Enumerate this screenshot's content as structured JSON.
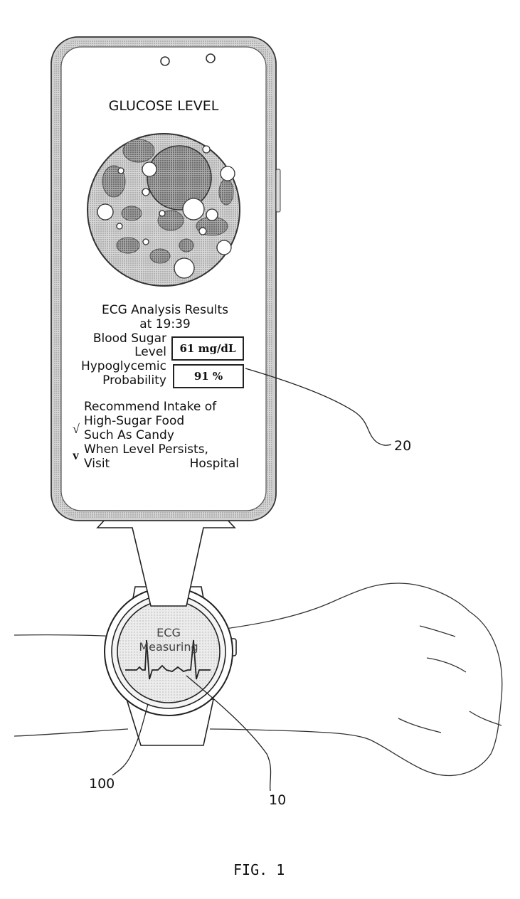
{
  "phone": {
    "title": "GLUCOSE LEVEL",
    "results_heading_line1": "ECG Analysis Results",
    "results_heading_line2": "at 19:39",
    "blood_sugar_label_line1": "Blood Sugar",
    "blood_sugar_label_line2": "Level",
    "blood_sugar_value": "61 mg/dL",
    "hypo_label_line1": "Hypoglycemic",
    "hypo_label_line2": "Probability",
    "hypo_value": "91 %",
    "recommendations": [
      {
        "check": "√",
        "lines": [
          "Recommend Intake of",
          "High-Sugar Food",
          "Such As Candy"
        ]
      },
      {
        "check": "v",
        "lines": [
          "When Level Persists,",
          "Visit Hospital"
        ]
      }
    ]
  },
  "watch": {
    "line1": "ECG",
    "line2": "Measuring"
  },
  "reference_numerals": {
    "phone": "20",
    "watch_device": "100",
    "watch_screen": "10"
  },
  "caption": "FIG. 1"
}
